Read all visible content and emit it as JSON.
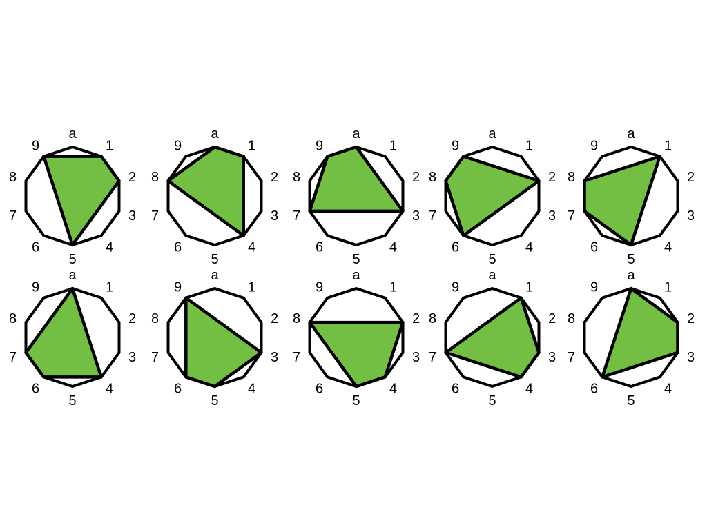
{
  "vertex_labels": [
    "a",
    "1",
    "2",
    "3",
    "4",
    "5",
    "6",
    "7",
    "8",
    "9"
  ],
  "colors": {
    "fill": "#72BF44",
    "stroke": "#000000",
    "background": "#ffffff"
  },
  "layout": {
    "rows": 2,
    "cols": 5
  },
  "diagrams": [
    {
      "vertices": [
        "9",
        "1",
        "2",
        "5"
      ]
    },
    {
      "vertices": [
        "8",
        "a",
        "1",
        "4"
      ]
    },
    {
      "vertices": [
        "7",
        "9",
        "a",
        "3"
      ]
    },
    {
      "vertices": [
        "8",
        "9",
        "2",
        "6"
      ]
    },
    {
      "vertices": [
        "8",
        "1",
        "5",
        "7"
      ]
    },
    {
      "vertices": [
        "7",
        "a",
        "4",
        "6"
      ]
    },
    {
      "vertices": [
        "6",
        "9",
        "3",
        "5"
      ]
    },
    {
      "vertices": [
        "8",
        "2",
        "4",
        "5"
      ]
    },
    {
      "vertices": [
        "7",
        "1",
        "3",
        "4"
      ]
    },
    {
      "vertices": [
        "6",
        "a",
        "2",
        "3"
      ]
    }
  ]
}
